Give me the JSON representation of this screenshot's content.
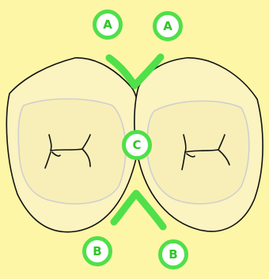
{
  "labels": {
    "a_left": "A",
    "a_right": "A",
    "c_center": "C",
    "b_left": "B",
    "b_right": "B"
  },
  "colors": {
    "background": "#fdf6a6",
    "tooth_fill": "#fbf3c0",
    "tooth_inner_fill": "#f8efb8",
    "outline": "#111111",
    "inner_outline": "#cfcfcf",
    "highlight_green": "#4fe04a",
    "label_green": "#2fc52a"
  }
}
